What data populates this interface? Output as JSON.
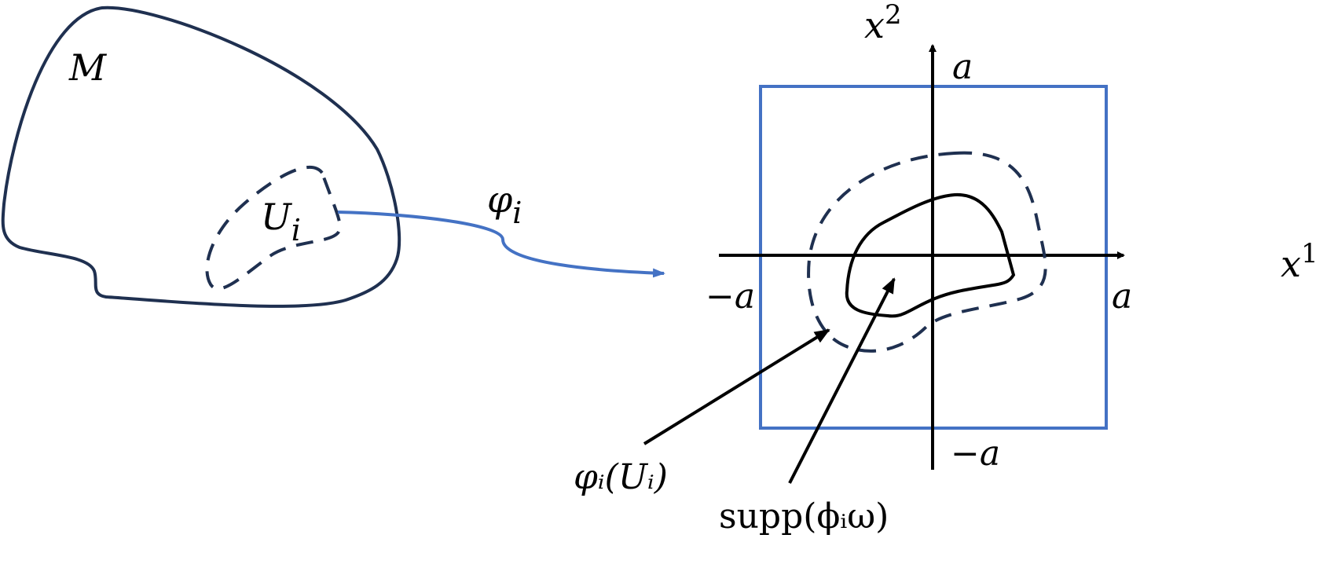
{
  "labels": {
    "manifold": "M",
    "open_set_main": "U",
    "open_set_sub": "i",
    "chart_map_main": "φ",
    "chart_map_sub": "i",
    "axis_x2_main": "x",
    "axis_x2_sup": "2",
    "axis_x1_main": "x",
    "axis_x1_sup": "1",
    "top_a": "a",
    "left_neg_a": "−a",
    "right_a": "a",
    "bottom_neg_a": "−a",
    "image_label": "φᵢ(Uᵢ)",
    "support_label": "supp(ϕᵢω)"
  },
  "colors": {
    "manifold": "#1f3050",
    "map": "#4472c4",
    "box": "#4472c4",
    "axes": "#000000"
  }
}
